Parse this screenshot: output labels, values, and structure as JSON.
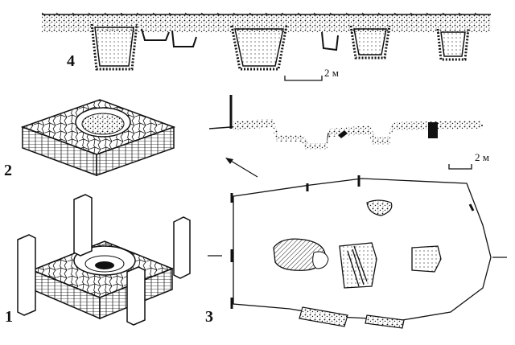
{
  "figure": {
    "labels": {
      "fig1": "1",
      "fig2": "2",
      "fig3": "3",
      "fig4": "4"
    },
    "scales": {
      "top_section": "2 м",
      "plan_section": "2 м"
    }
  }
}
